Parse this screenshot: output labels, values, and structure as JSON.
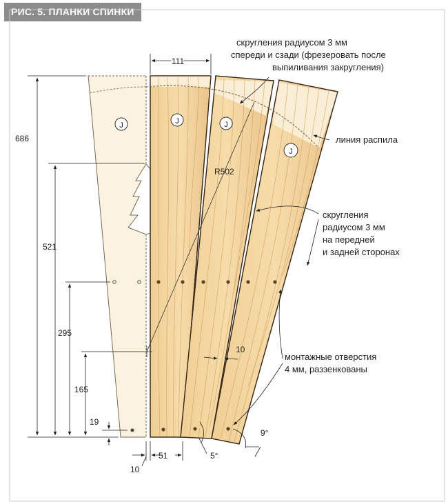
{
  "figure": {
    "title": "РИС. 5. ПЛАНКИ СПИНКИ"
  },
  "dimensions": {
    "top_width": "111",
    "total_height": "686",
    "h_521": "521",
    "h_295": "295",
    "h_165": "165",
    "h_19": "19",
    "bottom_10": "10",
    "bottom_51": "51",
    "gap_10": "10",
    "angle_5": "5°",
    "angle_9": "9°",
    "radius": "R502"
  },
  "markers": {
    "grain_mark": "J"
  },
  "annotations": {
    "rounding_top": [
      "скругления радиусом 3 мм",
      "спереди и сзади (фрезеровать после",
      "выпиливания закругления)"
    ],
    "cut_line": "линия распила",
    "rounding_side": [
      "скругления",
      "радиусом 3 мм",
      "на передней",
      "и задней сторонах"
    ],
    "holes": [
      "монтажные отверстия",
      "4 мм, раззенкованы"
    ]
  },
  "colors": {
    "wood_fill": "#f3d9a6",
    "wood_light": "#fbf1de",
    "pattern_fill": "#fcf6e6",
    "grain": "#d9a660",
    "line": "#3a2a1a",
    "dim": "#222222",
    "badge": "#8c8c8c",
    "border": "#bdbdbd"
  }
}
